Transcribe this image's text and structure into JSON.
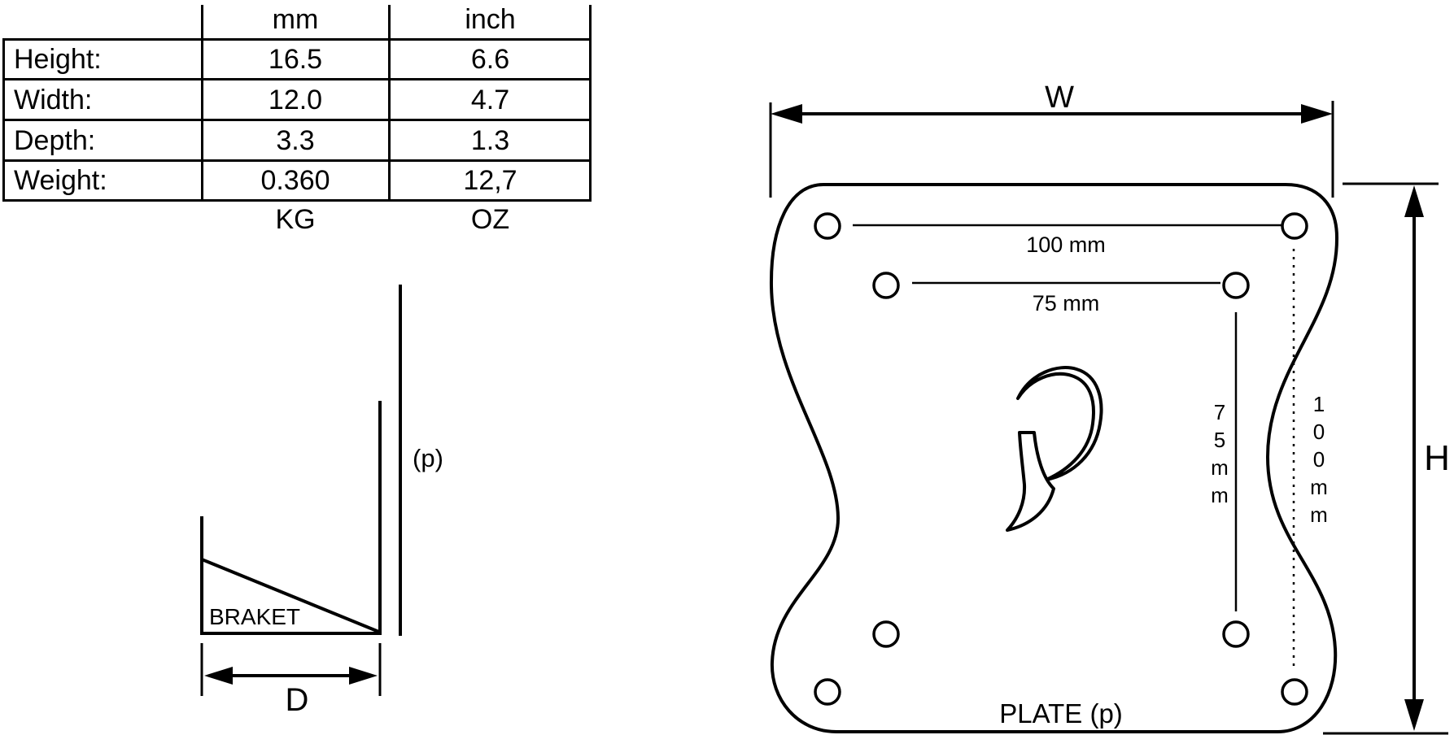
{
  "colors": {
    "ink": "#000000",
    "paper": "#ffffff"
  },
  "spec_table": {
    "headers": {
      "metric": "mm",
      "imperial": "inch"
    },
    "rows": [
      {
        "label": "Height:",
        "metric": "16.5",
        "imperial": "6.6"
      },
      {
        "label": "Width:",
        "metric": "12.0",
        "imperial": "4.7"
      },
      {
        "label": "Depth:",
        "metric": "3.3",
        "imperial": "1.3"
      },
      {
        "label": "Weight:",
        "metric": "0.360",
        "imperial": "12,7"
      }
    ],
    "footers": {
      "metric": "KG",
      "imperial": "OZ"
    }
  },
  "bracket_view": {
    "plate_ref": "(p)",
    "name": "BRAKET",
    "depth_dim": "D"
  },
  "plate_view": {
    "width_dim": "W",
    "height_dim": "H",
    "outer_span_h": "100 mm",
    "inner_span_h": "75 mm",
    "inner_span_v": "75mm",
    "outer_span_v": "100mm",
    "caption": "PLATE (p)",
    "logo_icon": "stylized-p-logo"
  }
}
